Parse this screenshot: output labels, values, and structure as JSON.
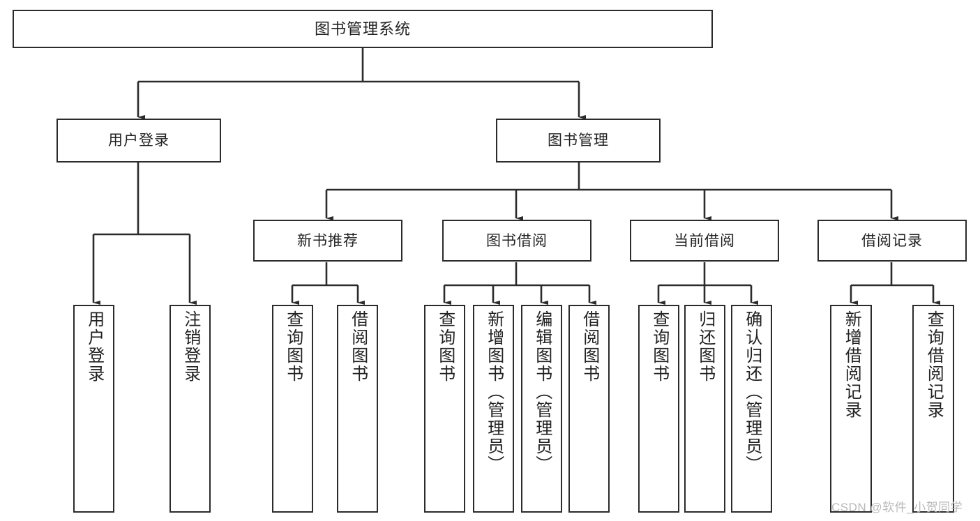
{
  "diagram": {
    "type": "hierarchy-tree",
    "title": "图书管理系统",
    "root": {
      "label": "图书管理系统"
    },
    "level2": [
      {
        "label": "用户登录"
      },
      {
        "label": "图书管理"
      }
    ],
    "level3": [
      {
        "label": "新书推荐"
      },
      {
        "label": "图书借阅"
      },
      {
        "label": "当前借阅"
      },
      {
        "label": "借阅记录"
      }
    ],
    "leaves": {
      "user_login": [
        {
          "label": "用户登录"
        },
        {
          "label": "注销登录"
        }
      ],
      "new_book_recommend": [
        {
          "label": "查询图书"
        },
        {
          "label": "借阅图书"
        }
      ],
      "book_borrow": [
        {
          "label": "查询图书"
        },
        {
          "label": "新增图书（管理员）"
        },
        {
          "label": "编辑图书（管理员）"
        },
        {
          "label": "借阅图书"
        }
      ],
      "current_borrow": [
        {
          "label": "查询图书"
        },
        {
          "label": "归还图书"
        },
        {
          "label": "确认归还（管理员）"
        }
      ],
      "borrow_record": [
        {
          "label": "新增借阅记录"
        },
        {
          "label": "查询借阅记录"
        }
      ]
    }
  },
  "watermark": {
    "text": "CSDN @软件_小贺同学"
  },
  "colors": {
    "stroke": "#2b2b2b",
    "fill": "#ffffff",
    "text": "#222222",
    "watermark": "#b9b9b9"
  }
}
